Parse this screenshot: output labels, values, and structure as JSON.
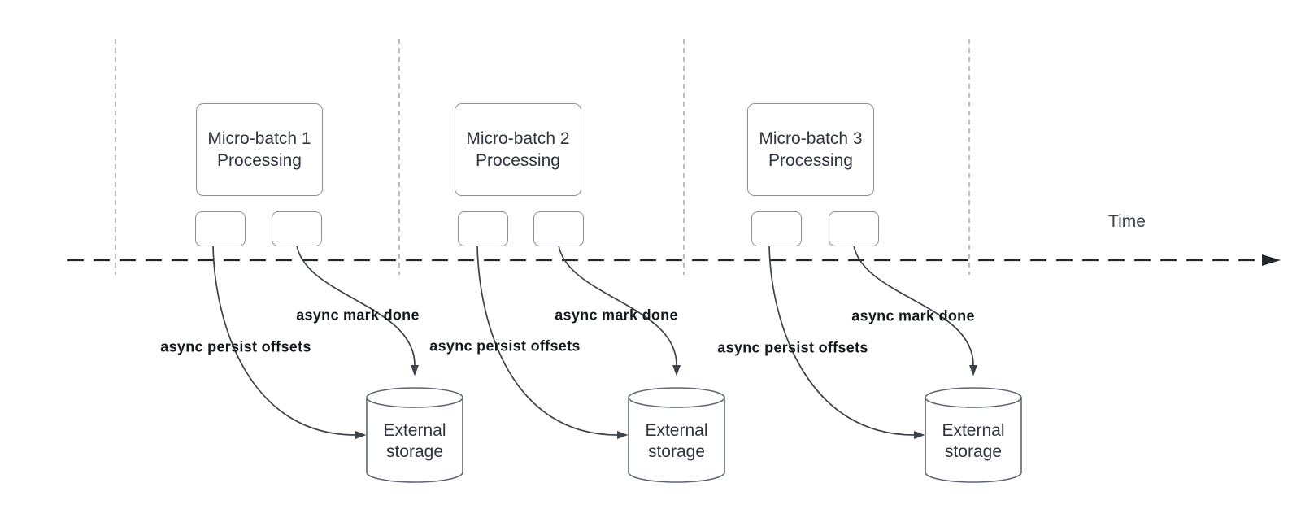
{
  "diagram": {
    "time_axis_label": "Time",
    "batches": [
      {
        "title": "Micro-batch 1",
        "subtitle": "Processing",
        "persist_label": "async persist offsets",
        "mark_done_label": "async mark done",
        "storage_line1": "External",
        "storage_line2": "storage"
      },
      {
        "title": "Micro-batch 2",
        "subtitle": "Processing",
        "persist_label": "async persist offsets",
        "mark_done_label": "async mark done",
        "storage_line1": "External",
        "storage_line2": "storage"
      },
      {
        "title": "Micro-batch 3",
        "subtitle": "Processing",
        "persist_label": "async persist offsets",
        "mark_done_label": "async mark done",
        "storage_line1": "External",
        "storage_line2": "storage"
      }
    ],
    "colors": {
      "curve_stroke": "#3d424a",
      "timeline_stroke": "#23272c",
      "boundary_line": "#a4a6ab",
      "shape_border": "#8a8f96",
      "cylinder_border": "#5f6670",
      "label_text": "#15181d",
      "node_text": "#2f343e"
    }
  }
}
